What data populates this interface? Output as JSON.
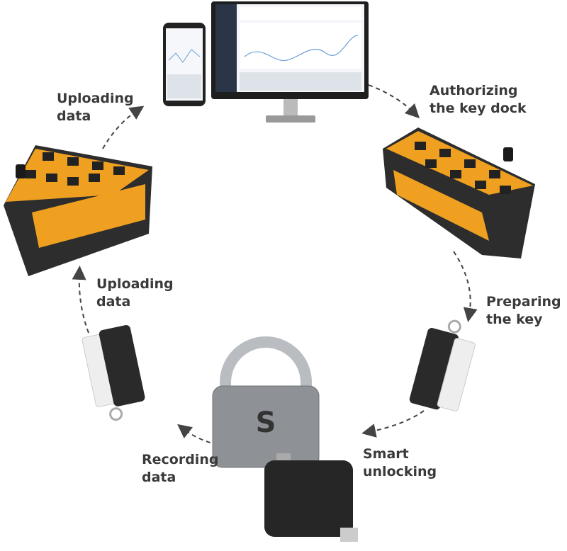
{
  "steps": [
    {
      "line1": "Uploading",
      "line2": "data"
    },
    {
      "line1": "Authorizing",
      "line2": "the key dock"
    },
    {
      "line1": "Uploading",
      "line2": "data"
    },
    {
      "line1": "Preparing",
      "line2": "the key"
    },
    {
      "line1": "Recording",
      "line2": "data"
    },
    {
      "line1": "Smart",
      "line2": "unlocking"
    }
  ],
  "colors": {
    "dock": "#f0a020",
    "dark": "#2d2d2d",
    "arrow": "#444444",
    "text": "#3a3a3a"
  }
}
